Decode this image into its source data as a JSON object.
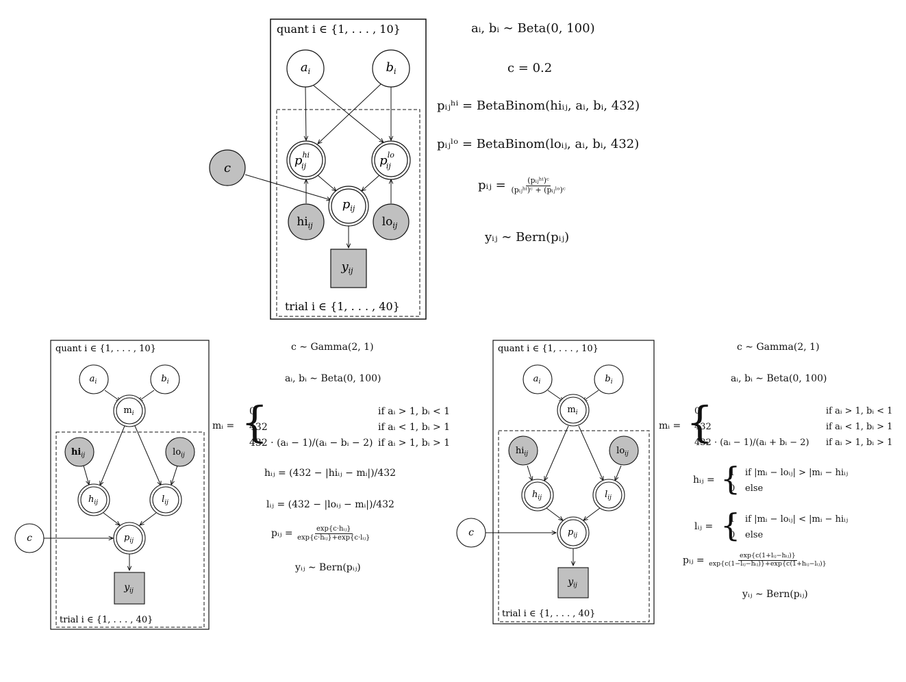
{
  "colors": {
    "observed_fill": "#c0c0c0",
    "latent_fill": "#ffffff",
    "stroke": "#111111"
  },
  "diagram_top": {
    "plate_outer_label": "quant i ∈ {1, . . . , 10}",
    "plate_inner_label": "trial i ∈ {1, . . . , 40}",
    "nodes": {
      "a": "a",
      "a_sub": "i",
      "b": "b",
      "b_sub": "i",
      "c": "c",
      "p_hi": "p",
      "p_hi_sup": "hi",
      "p_hi_sub": "ij",
      "p_lo": "p",
      "p_lo_sup": "lo",
      "p_lo_sub": "ij",
      "p": "p",
      "p_sub": "ij",
      "hi": "hi",
      "hi_sub": "ij",
      "lo": "lo",
      "lo_sub": "ij",
      "y": "y",
      "y_sub": "ij"
    }
  },
  "equations_top": {
    "eq1": "aᵢ, bᵢ ∼ Beta(0, 100)",
    "eq2": "c = 0.2",
    "eq3_lhs": "pᵢⱼʰⁱ = ",
    "eq3_rhs": "BetaBinom(hiᵢⱼ, aᵢ, bᵢ, 432)",
    "eq4_lhs": "pᵢⱼˡᵒ = ",
    "eq4_rhs": "BetaBinom(loᵢⱼ, aᵢ, bᵢ, 432)",
    "eq5_lhs": "pᵢⱼ = ",
    "eq5_num": "(pᵢⱼʰⁱ)ᶜ",
    "eq5_den": "(pᵢⱼʰⁱ)ᶜ + (pᵢⱼˡᵒ)ᶜ",
    "eq6": "yᵢⱼ ∼ Bern(pᵢⱼ)"
  },
  "diagram_left": {
    "plate_outer_label": "quant i ∈ {1, . . . , 10}",
    "plate_inner_label": "trial i ∈ {1, . . . , 40}",
    "nodes": {
      "a": "a",
      "a_sub": "i",
      "b": "b",
      "b_sub": "i",
      "m": "m",
      "m_sub": "i",
      "hi": "hi",
      "hi_sub": "ij",
      "lo": "lo",
      "lo_sub": "ij",
      "h": "h",
      "h_sub": "ij",
      "l": "l",
      "l_sub": "ij",
      "p": "p",
      "p_sub": "ij",
      "c": "c",
      "y": "y",
      "y_sub": "ij"
    }
  },
  "equations_left": {
    "eq1": "c ∼ Gamma(2, 1)",
    "eq2": "aᵢ, bᵢ ∼ Beta(0, 100)",
    "m_lhs": "mᵢ =",
    "m_cases": [
      {
        "value": "0",
        "cond": "if aᵢ > 1, bᵢ < 1"
      },
      {
        "value": "432",
        "cond": "if aᵢ < 1, bᵢ > 1"
      },
      {
        "value": "432 · (aᵢ − 1)/(aᵢ − bᵢ − 2)",
        "cond": "if aᵢ > 1, bᵢ > 1"
      }
    ],
    "eq_h": "hᵢⱼ = (432 − |hiᵢⱼ − mᵢ|)/432",
    "eq_l": "lᵢⱼ = (432 − |loᵢⱼ − mᵢ|)/432",
    "eq_p_lhs": "pᵢⱼ = ",
    "eq_p_num": "exp{c·hᵢⱼ}",
    "eq_p_den": "exp{c·hᵢⱼ}+exp{c·lᵢⱼ}",
    "eq_y": "yᵢⱼ ∼ Bern(pᵢⱼ)"
  },
  "diagram_right": {
    "plate_outer_label": "quant i ∈ {1, . . . , 10}",
    "plate_inner_label": "trial i ∈ {1, . . . , 40}",
    "nodes": {
      "a": "a",
      "a_sub": "i",
      "b": "b",
      "b_sub": "i",
      "m": "m",
      "m_sub": "i",
      "hi": "hi",
      "hi_sub": "ij",
      "lo": "lo",
      "lo_sub": "ij",
      "h": "h",
      "h_sub": "ij",
      "l": "l",
      "l_sub": "ij",
      "p": "p",
      "p_sub": "ij",
      "c": "c",
      "y": "y",
      "y_sub": "ij"
    }
  },
  "equations_right": {
    "eq1": "c ∼ Gamma(2, 1)",
    "eq2": "aᵢ, bᵢ ∼ Beta(0, 100)",
    "m_lhs": "mᵢ =",
    "m_cases": [
      {
        "value": "0",
        "cond": "if aᵢ > 1, bᵢ < 1"
      },
      {
        "value": "432",
        "cond": "if aᵢ < 1, bᵢ > 1"
      },
      {
        "value": "432 · (aᵢ − 1)/(aᵢ + bᵢ − 2)",
        "cond": "if aᵢ > 1, bᵢ > 1"
      }
    ],
    "h_lhs": "hᵢⱼ =",
    "h_cases": [
      {
        "value": "1",
        "cond": "if |mᵢ − loᵢⱼ| > |mᵢ − hiᵢⱼ"
      },
      {
        "value": "0",
        "cond": "else"
      }
    ],
    "l_lhs": "lᵢⱼ =",
    "l_cases": [
      {
        "value": "1",
        "cond": "if |mᵢ − loᵢⱼ| < |mᵢ − hiᵢⱼ"
      },
      {
        "value": "0",
        "cond": "else"
      }
    ],
    "eq_p_lhs": "pᵢⱼ = ",
    "eq_p_num": "exp{c(1+lᵢⱼ−hᵢⱼ)}",
    "eq_p_den": "exp{c(1−lᵢⱼ−hᵢⱼ)}+exp{c(1+hᵢⱼ−lᵢⱼ)}",
    "eq_y": "yᵢⱼ ∼ Bern(pᵢⱼ)"
  }
}
